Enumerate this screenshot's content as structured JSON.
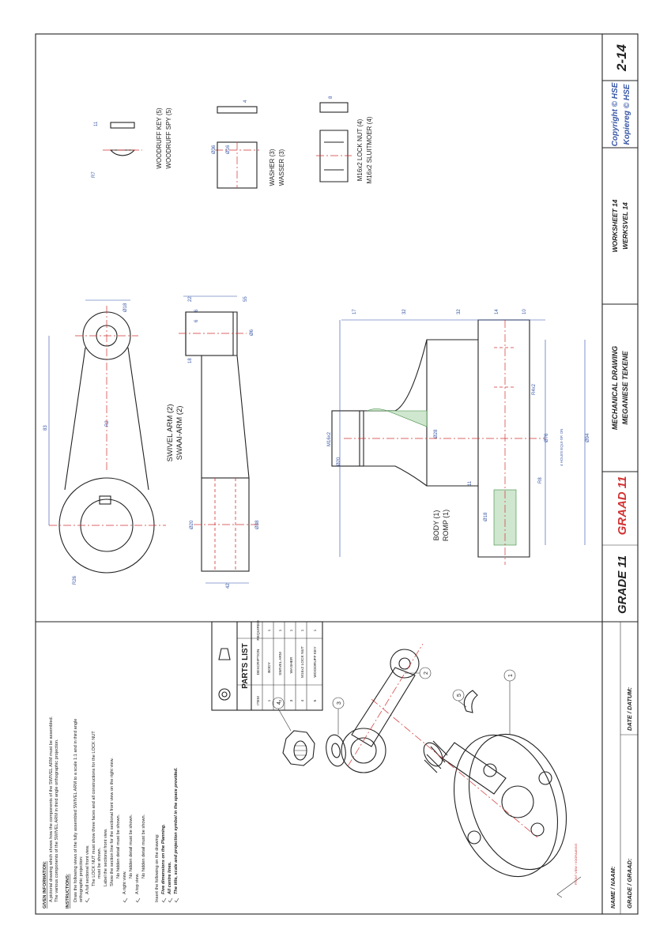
{
  "title_block": {
    "grade": "GRADE 11",
    "graad": "GRAAD 11",
    "subject_en": "MECHANICAL DRAWING",
    "subject_af": "MEGANIESE TEKENE",
    "worksheet_en": "WORKSHEET 14",
    "worksheet_af": "WERKSVEL 14",
    "copyright_en": "Copyright © HSE",
    "copyright_af": "Kopiereg © HSE",
    "sheet_number": "2-14",
    "name_label": "NAME / NAAM:",
    "grade_label": "GRADE / GRAAD:",
    "date_label": "DATE / DATUM:"
  },
  "info": {
    "given_heading": "GIVEN INFORMATION:",
    "given_1": "A pictorial drawing which shows how the components of the SWIVEL ARM must be assembled.",
    "given_2": "The various components of the SWIVEL ARM in third angle orthographic projection.",
    "instructions_heading": "INSTRUCTIONS:",
    "instr_1a": "Draw the following views of the fully assembled SWIVEL ARM to a scale 1:1 and in third angle",
    "instr_1b": "orthographic projection:",
    "instr_2": "A full sectional front view.",
    "instr_3a": "The LOCK NUT must show three faces and all constructions for the LOCK NUT",
    "instr_3b": "must be shown.",
    "instr_4": "Label the sectional front view.",
    "instr_5": "Show the section line for the sectional front view on the right view.",
    "instr_6": "No hidden detail must be shown.",
    "instr_7": "A right view.",
    "instr_8": "No hidden detail must be shown.",
    "instr_9": "A top view.",
    "instr_10": "No hidden detail must be shown.",
    "instr_11": "Insert the following on the drawing:",
    "instr_12": "Five dimensions on the Planning.",
    "instr_13": "All centre lines.",
    "instr_14": "The title, scale and projection symbol in the space provided."
  },
  "parts_list": {
    "heading": "PARTS LIST",
    "columns": [
      "ITEM",
      "DESCRIPTION",
      "REQUIRED"
    ],
    "rows": [
      [
        "1",
        "BODY",
        "1"
      ],
      [
        "2",
        "SWIVEL ARM",
        "1"
      ],
      [
        "3",
        "WASHER",
        "1"
      ],
      [
        "4",
        "M16x2 LOCK NUT",
        "1"
      ],
      [
        "5",
        "WOODRUFF KEY",
        "1"
      ]
    ]
  },
  "pictorial": {
    "balloons": [
      "1",
      "2",
      "3",
      "4",
      "5"
    ],
    "front_label": "FRONT VIEW / VOORAANSIG"
  },
  "views": {
    "swivel_arm_en": "SWIVEL ARM (2)",
    "swivel_arm_af": "SWAAI-ARM (2)",
    "body_en": "BODY (1)",
    "body_af": "ROMP (1)",
    "key_en": "WOODRUFF KEY (5)",
    "key_af": "WOODRUFF SPY (5)",
    "washer_en": "WASHER (3)",
    "washer_af": "WASSER (3)",
    "nut_en": "M16x2 LOCK NUT (4)",
    "nut_af": "M16x2 SLUITMOER (4)"
  },
  "dimensions": {
    "arm_length": "83",
    "arm_r26": "R26",
    "arm_d18": "Ø18",
    "arm_r_small": "R2",
    "arm_d20": "Ø20",
    "arm_d38": "Ø38",
    "arm_42": "42",
    "arm_22": "22",
    "arm_6a": "6",
    "arm_6b": "6",
    "arm_55": "55",
    "arm_d6": "Ø6",
    "arm_18": "18",
    "body_m16": "M16x2",
    "body_d20": "Ø20",
    "body_d28": "Ø28",
    "body_d76": "Ø76",
    "body_d94": "Ø94",
    "body_pcd": "4 HOLES EQUI-SP. ON",
    "body_d18": "Ø18",
    "body_r8": "R8",
    "body_r4x2": "R4x2",
    "body_11": "11",
    "body_17": "17",
    "body_32a": "32",
    "body_32b": "32",
    "body_14": "14",
    "body_10": "10",
    "key_r7": "R7",
    "key_11": "11",
    "washer_d36": "Ø36",
    "washer_d16": "Ø16",
    "washer_4": "4",
    "nut_8": "8"
  }
}
